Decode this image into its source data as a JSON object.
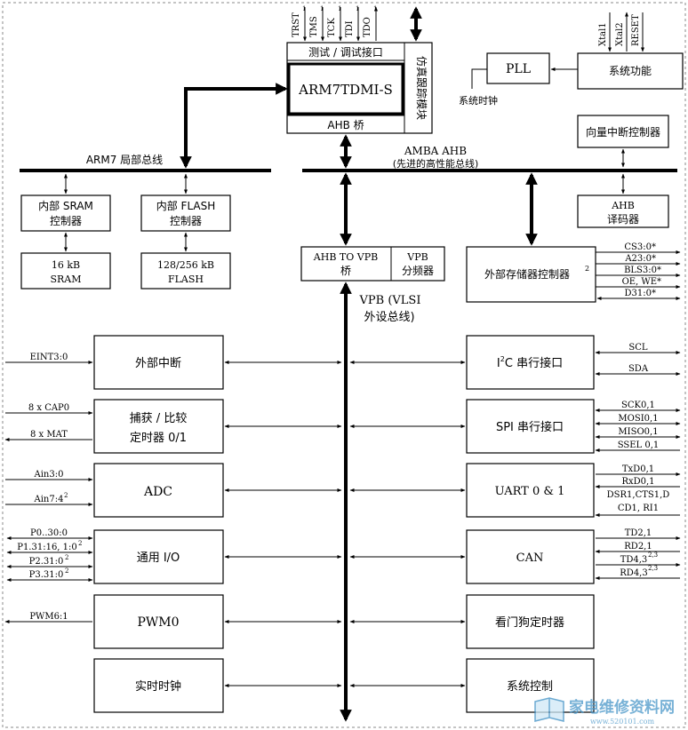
{
  "core": {
    "test_iface": "测试 / 调试接口",
    "cpu": "ARM7TDMI-S",
    "ahb_bridge": "AHB 桥",
    "emu_trace": "仿真跟踪模块",
    "jtag_pins": [
      "TRST",
      "TMS",
      "TCK",
      "TDI",
      "TDO"
    ],
    "jtag_sup": "1"
  },
  "clock": {
    "pll": "PLL",
    "sysfunc": "系统功能",
    "sysclk": "系统时钟",
    "pins": [
      "Xtal1",
      "Xtal2",
      "RESET"
    ]
  },
  "buses": {
    "local": "ARM7 局部总线",
    "amba": "AMBA AHB",
    "amba_sub": "(先进的高性能总线)",
    "vpb_1": "VPB (VLSI",
    "vpb_2": "外设总线)"
  },
  "blocks": {
    "vic": "向量中断控制器",
    "ahb_dec_1": "AHB",
    "ahb_dec_2": "译码器",
    "sram_ctrl_1": "内部 SRAM",
    "sram_ctrl_2": "控制器",
    "flash_ctrl_1": "内部 FLASH",
    "flash_ctrl_2": "控制器",
    "sram_1": "16 kB",
    "sram_2": "SRAM",
    "flash_1": "128/256 kB",
    "flash_2": "FLASH",
    "ahb_vpb_1": "AHB TO VPB",
    "ahb_vpb_2": "桥",
    "vpb_div_1": "VPB",
    "vpb_div_2": "分频器",
    "ext_mem": "外部存储器控制器",
    "ext_mem_sup": "2"
  },
  "ext_mem_signals": [
    "CS3:0*",
    "A23:0*",
    "BLS3:0*",
    "OE, WE*",
    "D31:0*"
  ],
  "left_periph": {
    "ext_int": "外部中断",
    "timer_1": "捕获 / 比较",
    "timer_2": "定时器 0/1",
    "adc": "ADC",
    "gpio": "通用 I/O",
    "pwm": "PWM0",
    "rtc": "实时时钟"
  },
  "right_periph": {
    "i2c": "C 串行接口",
    "i2c_prefix": "I",
    "i2c_sup": "2",
    "spi": "SPI 串行接口",
    "uart": "UART 0 & 1",
    "can": "CAN",
    "wdt": "看门狗定时器",
    "sysctrl": "系统控制"
  },
  "left_signals": {
    "eint": "EINT3:0",
    "cap": "8 x CAP0",
    "mat": "8 x MAT",
    "ain1": "Ain3:0",
    "ain2": "Ain7:4",
    "ain2_sup": "2",
    "p0": "P0..30:0",
    "p1": "P1.31:16, 1:0",
    "p1_sup": "2",
    "p2": "P2.31:0",
    "p2_sup": "2",
    "p3": "P3.31:0",
    "p3_sup": "2",
    "pwm": "PWM6:1"
  },
  "right_signals": {
    "scl": "SCL",
    "sda": "SDA",
    "sck": "SCK0,1",
    "mosi": "MOSI0,1",
    "miso": "MISO0,1",
    "ssel": "SSEL 0,1",
    "txd": "TxD0,1",
    "rxd": "RxD0,1",
    "modem1": "DSR1,CTS1,D",
    "modem2": "CD1, RI1",
    "td2": "TD2,1",
    "rd2": "RD2,1",
    "td4": "TD4,3",
    "td4_sup": "2,3",
    "rd4": "RD4,3",
    "rd4_sup": "2,3"
  },
  "watermark": {
    "text": "家电维修资料网",
    "url": "www.520101.com"
  }
}
